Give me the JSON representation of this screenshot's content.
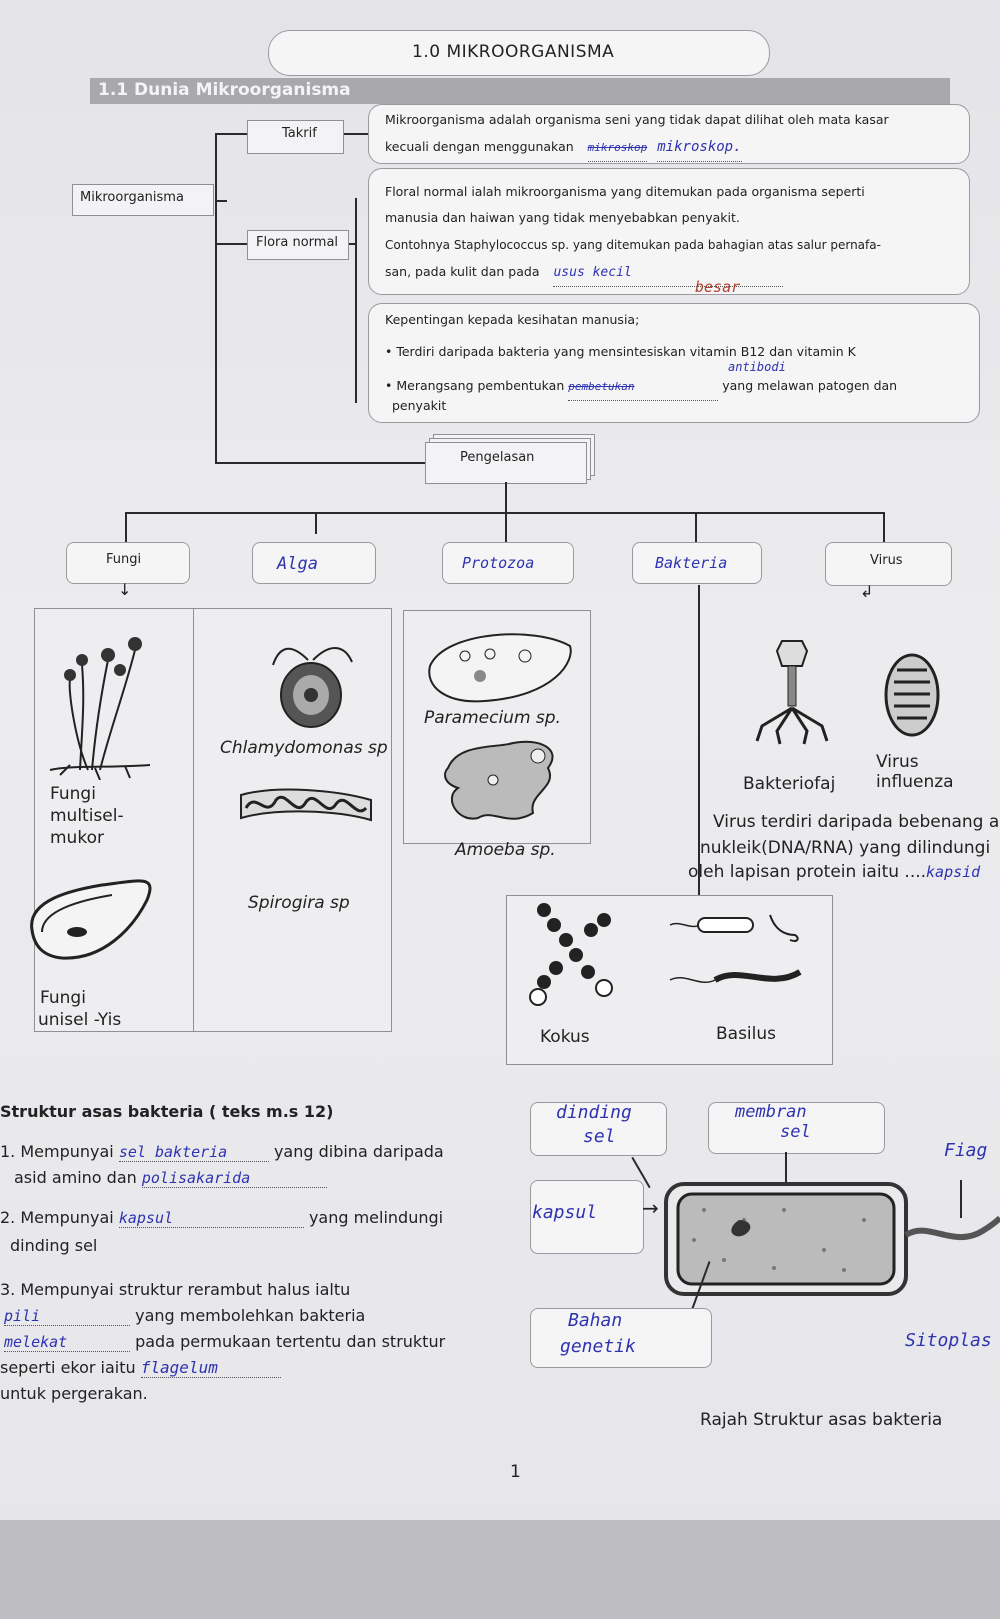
{
  "page_title": "1.0 MIKROORGANISMA",
  "section_title": "1.1 Dunia Mikroorganisma",
  "tree": {
    "root": "Mikroorganisma",
    "takrif_label": "Takrif",
    "takrif_text_1": "Mikroorganisma adalah organisma seni yang tidak dapat dilihat oleh mata kasar",
    "takrif_text_2": "kecuali dengan menggunakan",
    "takrif_answer_struck": "mikroskop",
    "takrif_answer": "mikroskop.",
    "flora_label": "Flora normal",
    "flora_text_1": "Floral normal ialah mikroorganisma yang ditemukan pada organisma seperti",
    "flora_text_2": "manusia  dan  haiwan  yang  tidak  menyebabkan   penyakit.",
    "flora_text_3": "Contohnya Staphylococcus sp. yang ditemukan pada bahagian atas salur pernafa-",
    "flora_text_4": "san, pada kulit  dan pada",
    "flora_answer": "usus kecil",
    "flora_answer_2": "besar",
    "kepentingan_title": "Kepentingan kepada kesihatan manusia;",
    "kepentingan_1": "Terdiri daripada bakteria yang mensintesiskan vitamin B12 dan vitamin K",
    "kepentingan_2a": "Merangsang pembentukan",
    "kepentingan_2_answer_struck": "pembetukan",
    "kepentingan_2_answer": "antibodi",
    "kepentingan_2b": "yang melawan patogen dan",
    "kepentingan_2c": "penyakit",
    "pengelasan": "Pengelasan"
  },
  "categories": {
    "fungi": "Fungi",
    "alga": "Alga",
    "protozoa": "Protozoa",
    "bakteria": "Bakteria",
    "virus": "Virus"
  },
  "figures": {
    "fungi_multi": "Fungi\nmultisel-\nmukor",
    "fungi_multi_1": "Fungi",
    "fungi_multi_2": "multisel-",
    "fungi_multi_3": "mukor",
    "fungi_uni_1": "Fungi",
    "fungi_uni_2": "unisel -Yis",
    "chlamy": "Chlamydomonas sp",
    "spirogira": "Spirogira sp",
    "paramecium": "Paramecium sp.",
    "amoeba": "Amoeba sp.",
    "bakteriofaj": "Bakteriofaj",
    "influenza": "Virus influenza",
    "virus_text_1": "Virus terdiri daripada bebenang asid",
    "virus_text_2": "nukleik(DNA/RNA) yang dilindungi",
    "virus_text_3": "oleh lapisan protein iaitu ....",
    "virus_answer": "kapsid",
    "kokus": "Kokus",
    "basilus": "Basilus"
  },
  "struktur": {
    "heading": "Struktur asas bakteria ( teks m.s 12)",
    "q1a": "1. Mempunyai",
    "q1_answer": "sel bakteria",
    "q1b": "yang dibina  daripada",
    "q1c": "asid amino dan",
    "q1_answer2": "polisakarida",
    "q2a": "2. Mempunyai",
    "q2_answer": "kapsul",
    "q2b": "yang  melindungi",
    "q2c": "dinding sel",
    "q3a": "3. Mempunyai  struktur rerambut halus ialtu",
    "q3_answer": "pili",
    "q3b": "yang membolehkan bakteria",
    "q3_answer2": "melekat",
    "q3c": "pada  permukaan tertentu dan struktur",
    "q3d": "seperti ekor iaitu",
    "q3_answer3": "flagelum",
    "q3e": "untuk pergerakan.",
    "label_dinding": "dinding",
    "label_sel1": "sel",
    "label_membran": "membran",
    "label_sel2": "sel",
    "label_kapsul": "kapsul",
    "label_bahan": "Bahan",
    "label_genetik": "genetik",
    "label_flagelum": "Fiag",
    "label_sitoplasma": "Sitoplas",
    "caption": "Rajah Struktur asas bakteria"
  },
  "page_number": "1"
}
